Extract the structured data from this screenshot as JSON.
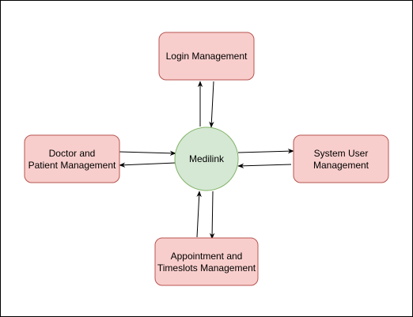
{
  "diagram": {
    "center": {
      "label": "Medilink",
      "fill": "#d5e8d4",
      "stroke": "#82b366"
    },
    "node_style": {
      "fill": "#f8cecc",
      "stroke": "#b85450"
    },
    "nodes": {
      "login": {
        "lines": [
          "Login Management"
        ]
      },
      "doctor": {
        "lines": [
          "Doctor and",
          "Patient  Management"
        ]
      },
      "system": {
        "lines": [
          "System User",
          "Management"
        ]
      },
      "appointment": {
        "lines": [
          "Appointment and",
          "Timeslots  Management"
        ]
      }
    }
  }
}
